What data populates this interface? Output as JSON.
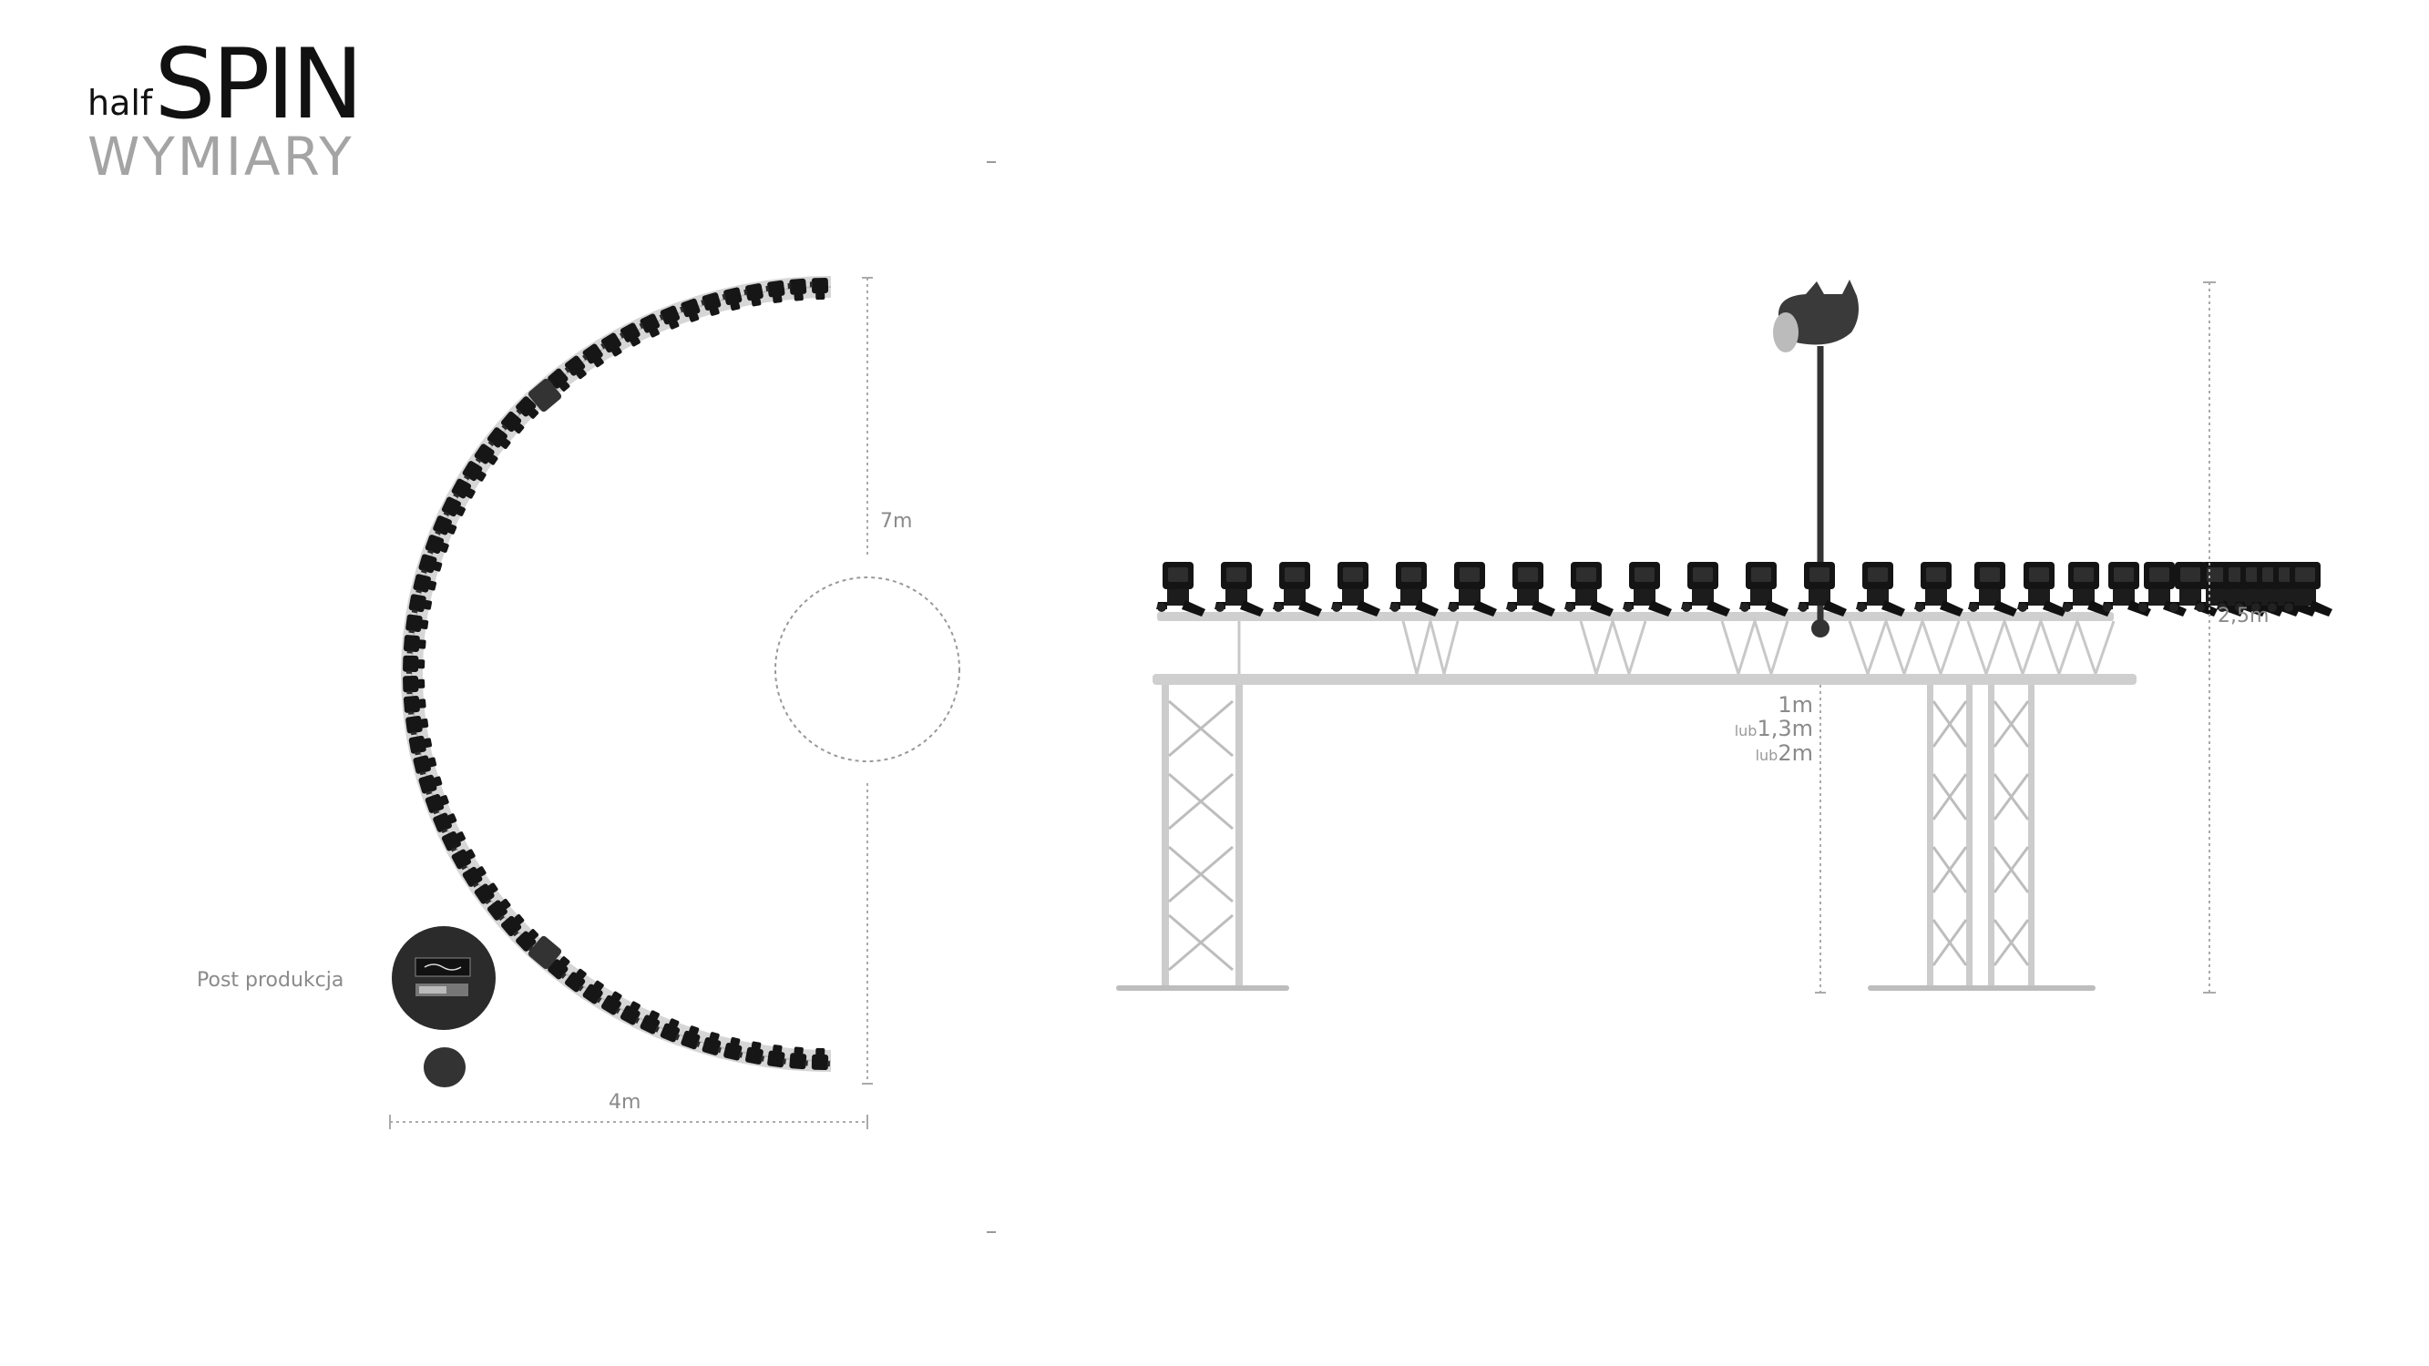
{
  "brand": {
    "prefix": "half",
    "name": "SPIN",
    "subtitle": "WYMIARY"
  },
  "top_view": {
    "height_label": "7m",
    "width_label": "4m",
    "post_label": "Post produkcja"
  },
  "side_view": {
    "height_label": "2,5m",
    "truss_heights": [
      {
        "prefix": "",
        "value": "1m"
      },
      {
        "prefix": "lub",
        "value": "1,3m"
      },
      {
        "prefix": "lub",
        "value": "2m"
      }
    ]
  },
  "colors": {
    "brand_text": "#111111",
    "subtitle": "#a4a4a4",
    "labels": "#8a8a8a",
    "truss": "#c8c8c8"
  }
}
